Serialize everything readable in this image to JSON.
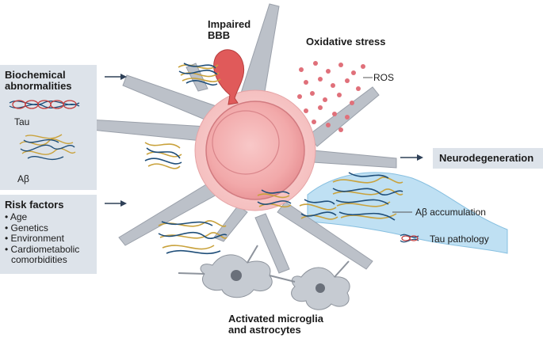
{
  "biochem": {
    "title_line1": "Biochemical",
    "title_line2": "abnormalities",
    "tau": "Tau",
    "abeta": "Aβ"
  },
  "risk": {
    "title": "Risk factors",
    "items": [
      "• Age",
      "• Genetics",
      "• Environment",
      "• Cardiometabolic",
      "comorbidities"
    ]
  },
  "labels": {
    "bbb_line1": "Impaired",
    "bbb_line2": "BBB",
    "oxidative": "Oxidative stress",
    "ros": "ROS",
    "neurodegeneration": "Neurodegeneration",
    "abeta_accumulation": "Aβ accumulation",
    "tau_pathology": "Tau pathology",
    "microglia_line1": "Activated microglia",
    "microglia_line2": "and astrocytes"
  },
  "colors": {
    "panel": "#dde3ea",
    "ros": "#e0707a",
    "bbb": "#e05a5a",
    "astro": "#b9bec6",
    "neuron": "#f4b7b7",
    "fibril_blue": "#1f4e79",
    "fibril_gold": "#c9a23c",
    "vessel": "#bfe0f3"
  }
}
